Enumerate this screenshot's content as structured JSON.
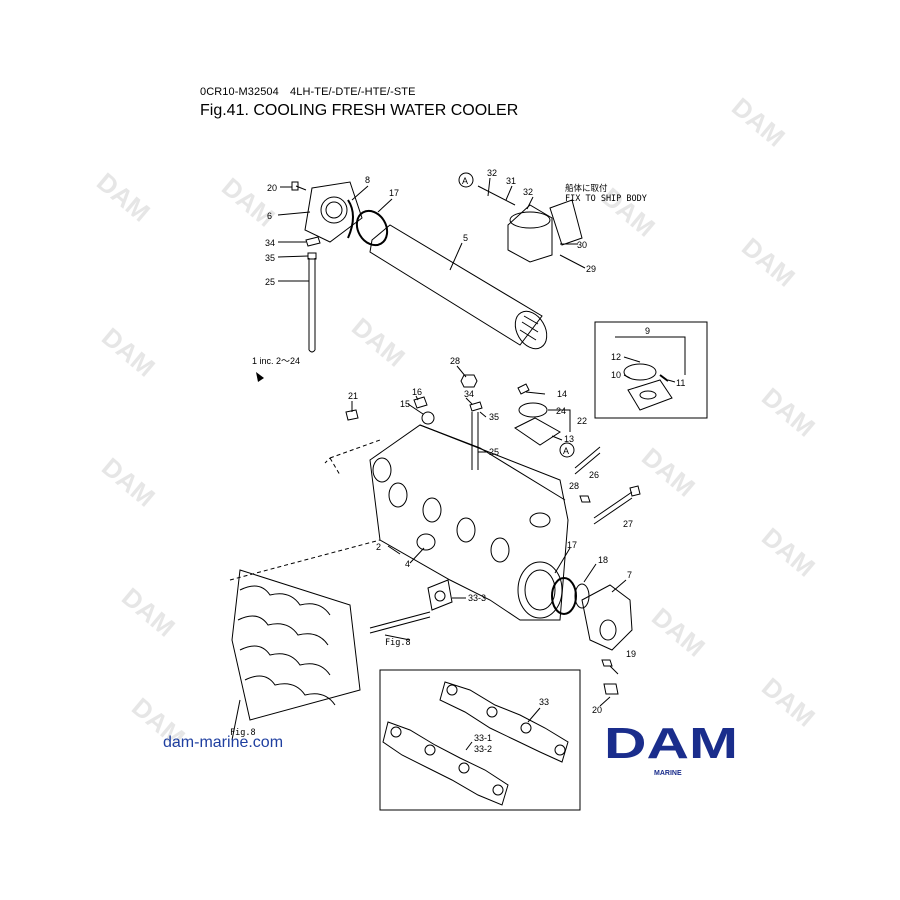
{
  "header": {
    "doc_code": "0CR10-M32504",
    "models": "4LH-TE/-DTE/-HTE/-STE",
    "title": "Fig.41.  COOLING FRESH WATER COOLER"
  },
  "notes": {
    "fix_jp": "船体に取付",
    "fix_en": "FIX TO SHIP BODY",
    "includes": "1 inc. 2～24",
    "fig_ref_1": "Fig.8",
    "fig_ref_2": "Fig.8",
    "ref_a_1": "A",
    "ref_a_2": "A"
  },
  "parts": {
    "p20a": "20",
    "p6": "6",
    "p8": "8",
    "p17a": "17",
    "p5": "5",
    "p34a": "34",
    "p35a": "35",
    "p25a": "25",
    "p32a": "32",
    "p31": "31",
    "p32b": "32",
    "p30": "30",
    "p29": "29",
    "p9": "9",
    "p12": "12",
    "p10": "10",
    "p11": "11",
    "p28a": "28",
    "p21": "21",
    "p16": "16",
    "p15": "15",
    "p34b": "34",
    "p35b": "35",
    "p25b": "25",
    "p14": "14",
    "p24": "24",
    "p22": "22",
    "p13": "13",
    "p26": "26",
    "p28b": "28",
    "p27": "27",
    "p2": "2",
    "p4": "4",
    "p17b": "17",
    "p18": "18",
    "p7": "7",
    "p33_3": "33-3",
    "p19": "19",
    "p20b": "20",
    "p33": "33",
    "p33_1": "33-1",
    "p33_2": "33-2"
  },
  "footer": {
    "website": "dam-marine.com",
    "logo_main": "DAM",
    "logo_sub": "MARINE"
  },
  "watermark": "DAM",
  "colors": {
    "logo_blue": "#1a2d8c",
    "link_blue": "#1f3fa0",
    "watermark_gray": "#e6e6e6"
  }
}
